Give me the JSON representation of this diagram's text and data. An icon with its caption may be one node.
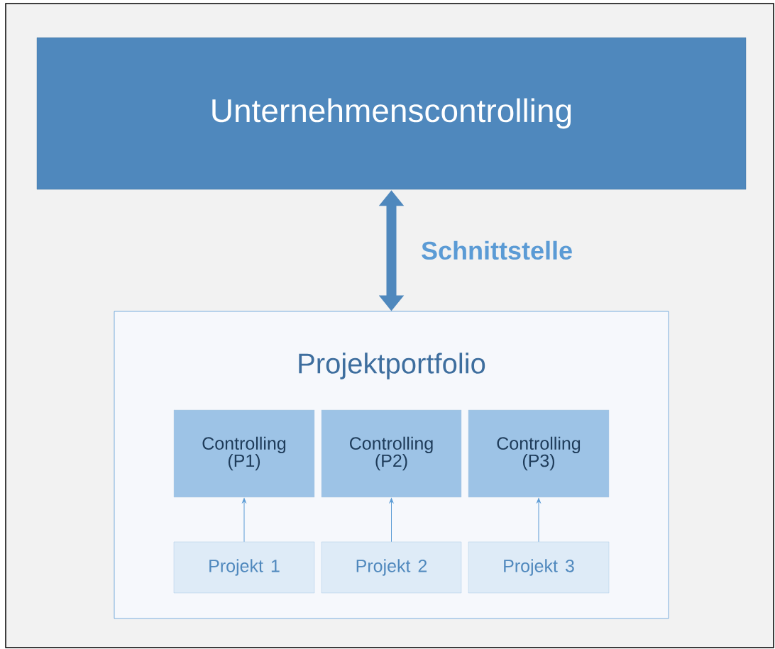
{
  "diagram": {
    "nodes": [
      {
        "text": [
          "Unternehmenscontrolling"
        ]
      },
      {
        "text": [
          "Projektportfolio"
        ]
      },
      {
        "text": [
          "Controlling (P1)"
        ],
        "in": 1
      },
      {
        "text": [
          "Controlling (P2)"
        ],
        "in": 1
      },
      {
        "text": [
          "Controlling (P3)"
        ],
        "in": 1
      },
      {
        "text": [
          "Projekt 1"
        ],
        "in": 1
      },
      {
        "text": [
          "Projekt 2"
        ],
        "in": 1
      },
      {
        "text": [
          "Projekt 3"
        ],
        "in": 1
      }
    ],
    "edges": [
      {
        "from": 0,
        "to": 1,
        "arrow": "both",
        "label": "Schnittstelle",
        "style": "thick"
      },
      {
        "from": 5,
        "to": 2,
        "arrow": "to"
      },
      {
        "from": 6,
        "to": 3,
        "arrow": "to"
      },
      {
        "from": 7,
        "to": 4,
        "arrow": "to"
      }
    ]
  }
}
